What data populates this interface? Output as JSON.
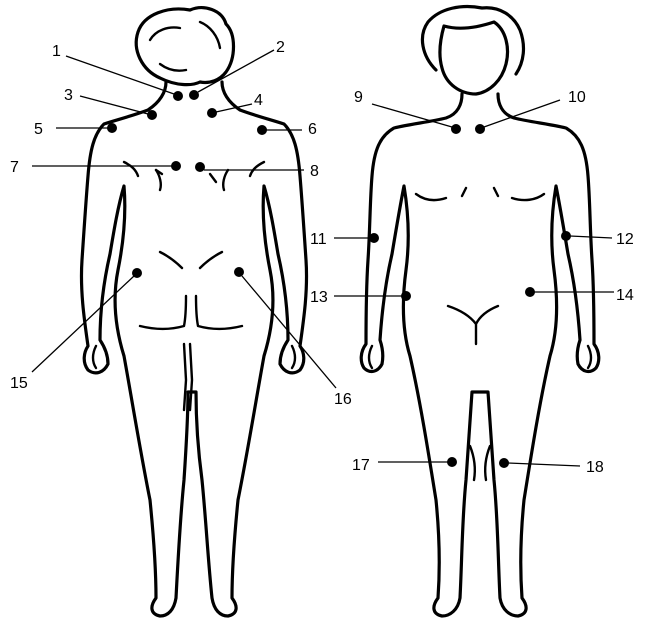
{
  "figures": [
    {
      "view": "back"
    },
    {
      "view": "front"
    }
  ],
  "points": [
    {
      "id": "1",
      "label": "1"
    },
    {
      "id": "2",
      "label": "2"
    },
    {
      "id": "3",
      "label": "3"
    },
    {
      "id": "4",
      "label": "4"
    },
    {
      "id": "5",
      "label": "5"
    },
    {
      "id": "6",
      "label": "6"
    },
    {
      "id": "7",
      "label": "7"
    },
    {
      "id": "8",
      "label": "8"
    },
    {
      "id": "9",
      "label": "9"
    },
    {
      "id": "10",
      "label": "10"
    },
    {
      "id": "11",
      "label": "11"
    },
    {
      "id": "12",
      "label": "12"
    },
    {
      "id": "13",
      "label": "13"
    },
    {
      "id": "14",
      "label": "14"
    },
    {
      "id": "15",
      "label": "15"
    },
    {
      "id": "16",
      "label": "16"
    },
    {
      "id": "17",
      "label": "17"
    },
    {
      "id": "18",
      "label": "18"
    }
  ],
  "colors": {
    "line": "#000000",
    "background": "#ffffff"
  }
}
